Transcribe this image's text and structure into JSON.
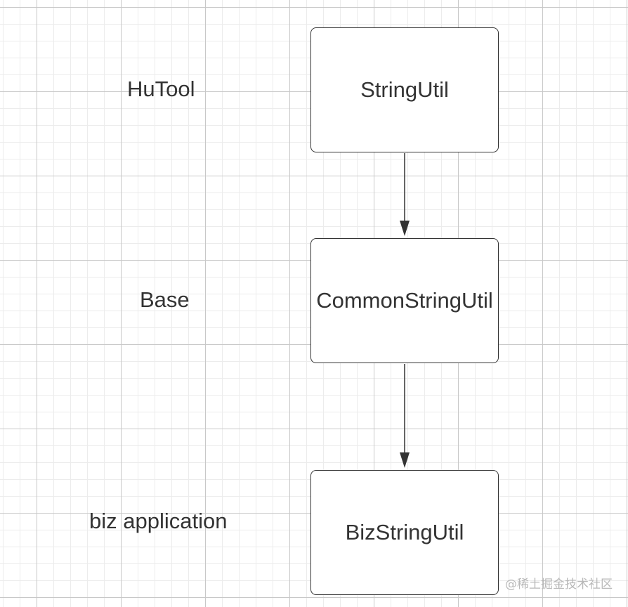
{
  "layers": {
    "top": "HuTool",
    "middle": "Base",
    "bottom": "biz application"
  },
  "nodes": {
    "top": "StringUtil",
    "middle": "CommonStringUtil",
    "bottom": "BizStringUtil"
  },
  "watermark": "@稀土掘金技术社区",
  "colors": {
    "stroke": "#333333",
    "text": "#333333",
    "grid": "#c8c8c8",
    "watermark": "#b8b8b8"
  }
}
